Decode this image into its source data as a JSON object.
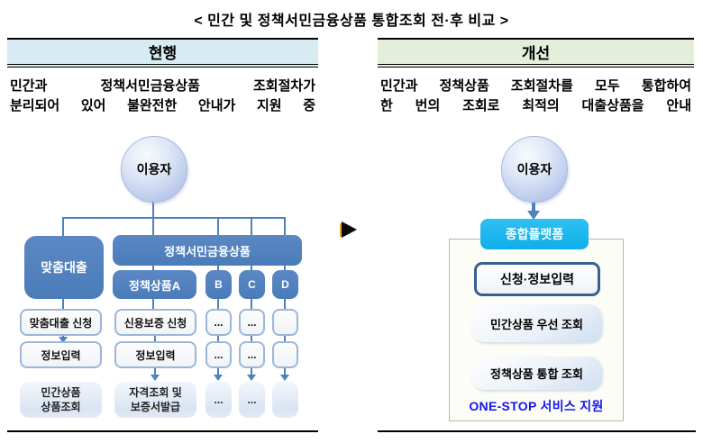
{
  "title": "< 민간 및 정책서민금융상품 통합조회 전·후 비교 >",
  "left": {
    "header": "현행",
    "desc_line1": "민간과 정책서민금융상품 조회절차가",
    "desc_line2": "분리되어 있어 불완전한 안내가 지원 중",
    "user_label": "이용자",
    "nodes": {
      "custom_loan": "맞춤대출",
      "policy_group": "정책서민금융상품",
      "policy_a": "정책상품A",
      "node_b": "B",
      "node_c": "C",
      "node_d": "D"
    },
    "row_apply": {
      "custom": "맞춤대출 신청",
      "policy": "신용보증 신청",
      "b": "...",
      "c": "...",
      "d": ""
    },
    "row_input": {
      "custom": "정보입력",
      "policy": "정보입력",
      "b": "...",
      "c": "...",
      "d": ""
    },
    "row_result": {
      "custom_line1": "민간상품",
      "custom_line2": "상품조회",
      "policy_line1": "자격조회 및",
      "policy_line2": "보증서발급",
      "b": "...",
      "c": "...",
      "d": ""
    }
  },
  "right": {
    "header": "개선",
    "desc_line1": "민간과 정책상품 조회절차를 모두 통합하여",
    "desc_line2": "한 번의 조회로 최적의 대출상품을 안내",
    "user_label": "이용자",
    "platform": "종합플랫폼",
    "steps": [
      "신청·정보입력",
      "민간상품 우선 조회",
      "정책상품 통합 조회"
    ],
    "onestop": "ONE-STOP 서비스 지원"
  },
  "colors": {
    "accent_blue": "#4f81bd",
    "node_border_blue": "#9ab7d9",
    "platform_cyan": "#13b2ec",
    "current_header_bg": "#d6ecf2",
    "improved_header_bg": "#e3efda",
    "onestop_text": "#1515f0"
  }
}
